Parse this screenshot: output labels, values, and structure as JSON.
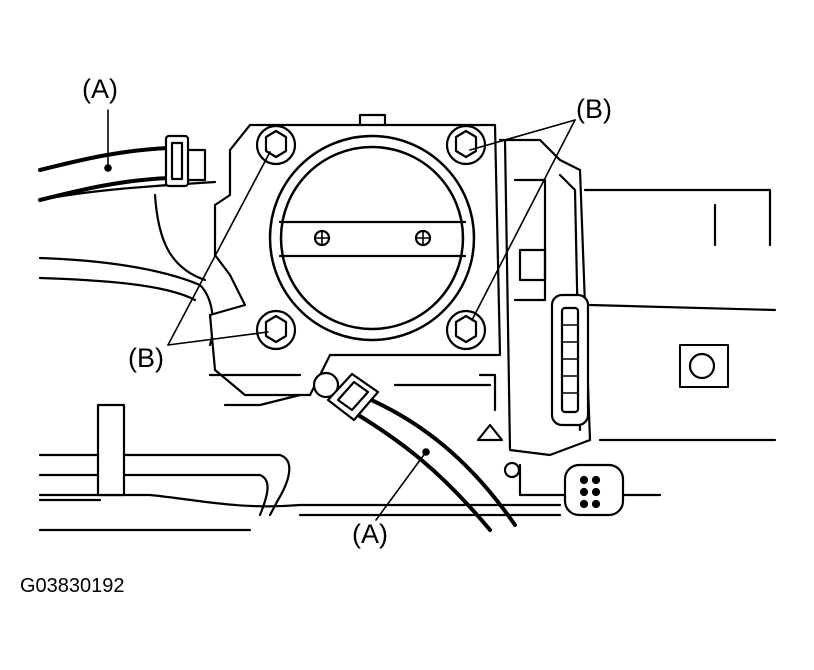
{
  "callouts": {
    "hose_a_top": "(A)",
    "bolts_b_top": "(B)",
    "bolts_b_left": "(B)",
    "hose_a_bottom": "(A)"
  },
  "figure_code": "G03830192",
  "colors": {
    "ink": "#000000",
    "paper": "#ffffff"
  },
  "icons": [
    "bolt-icon",
    "throttle-plate-screw-icon",
    "hose-clamp-icon",
    "connector-icon"
  ]
}
